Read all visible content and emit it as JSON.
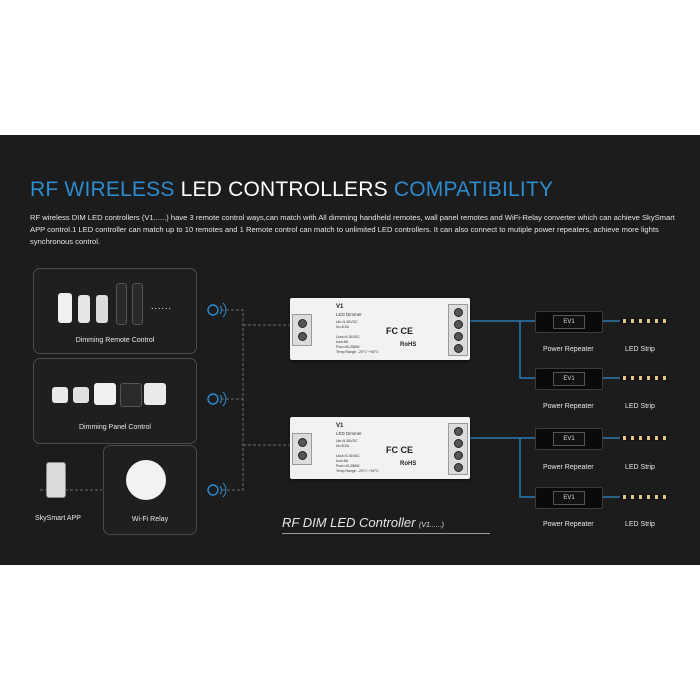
{
  "title": {
    "part1": "RF WIRELESS ",
    "part2": "LED CONTROLLERS ",
    "part3": "COMPATIBILITY"
  },
  "description": "RF wireless DIM LED controllers (V1......) have 3 remote control ways,can match with All dimming handheld remotes, wall panel remotes and WiFi-Relay converter which can achieve SkySmart APP control.1 LED controller can match up to 10 remotes and 1 Remote control can match to unlimited LED controllers. It can also connect to mutiple power repeaters, achieve more lights synchronous control.",
  "sources": {
    "remote_label": "Dimming Remote Control",
    "panel_label": "Dimming Panel Control",
    "app_label": "SkySmart APP",
    "relay_label": "Wi-Fi Relay",
    "dots": "......"
  },
  "controller": {
    "model": "V1",
    "subtitle": "LED Dimmer",
    "spec": "Uin=5-36VDC\nIin=8.5A\n\nUout=5-36VDC\nIout=8A\nPout=40-288W\nTemp Range: -20°C~+60°C",
    "fc": "FC CE",
    "rohs": "RoHS"
  },
  "repeater": {
    "code": "EV1",
    "label": "Power Repeater"
  },
  "strip_label": "LED Strip",
  "footer": {
    "main": "RF DIM LED Controller ",
    "paren": "(V1......)"
  },
  "colors": {
    "background": "#1c1c1c",
    "accent": "#2d8bd0",
    "wire": "#2d8bd0"
  }
}
